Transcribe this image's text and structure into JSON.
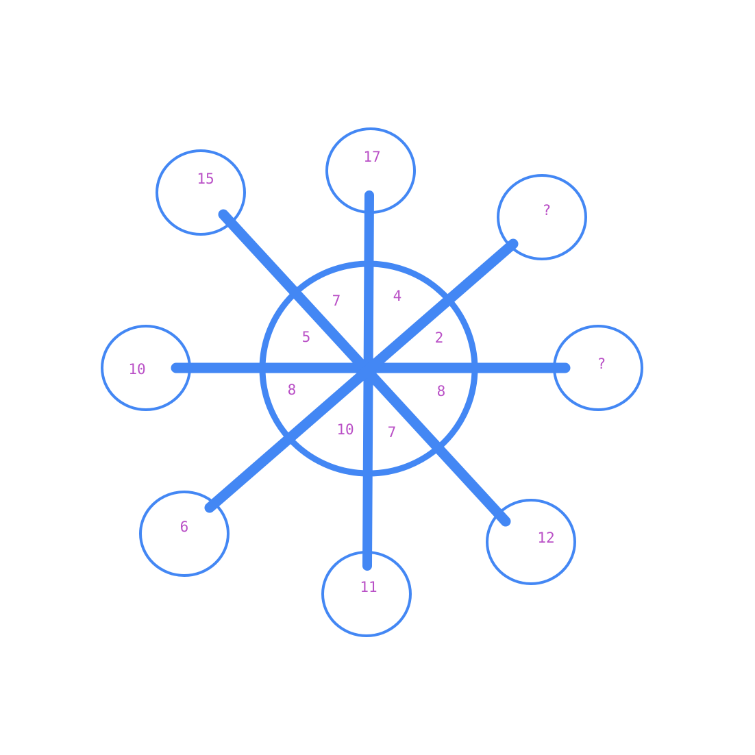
{
  "colors": {
    "stroke": "#4387F4",
    "text": "#B94FC6",
    "background": "#FFFFFF"
  },
  "outer_circles": [
    {
      "id": "top",
      "label": "17"
    },
    {
      "id": "top-right",
      "label": "?"
    },
    {
      "id": "right",
      "label": "?"
    },
    {
      "id": "bottom-right",
      "label": "12"
    },
    {
      "id": "bottom",
      "label": "11"
    },
    {
      "id": "bottom-left",
      "label": "6"
    },
    {
      "id": "left",
      "label": "10"
    },
    {
      "id": "top-left",
      "label": "15"
    }
  ],
  "inner_sectors": [
    {
      "id": "top-right-upper",
      "label": "4"
    },
    {
      "id": "top-right-lower",
      "label": "2"
    },
    {
      "id": "bottom-right-upper",
      "label": "8"
    },
    {
      "id": "bottom-right-lower",
      "label": "7"
    },
    {
      "id": "bottom-left-lower",
      "label": "10"
    },
    {
      "id": "bottom-left-upper",
      "label": "8"
    },
    {
      "id": "top-left-lower",
      "label": "5"
    },
    {
      "id": "top-left-upper",
      "label": "7"
    }
  ]
}
